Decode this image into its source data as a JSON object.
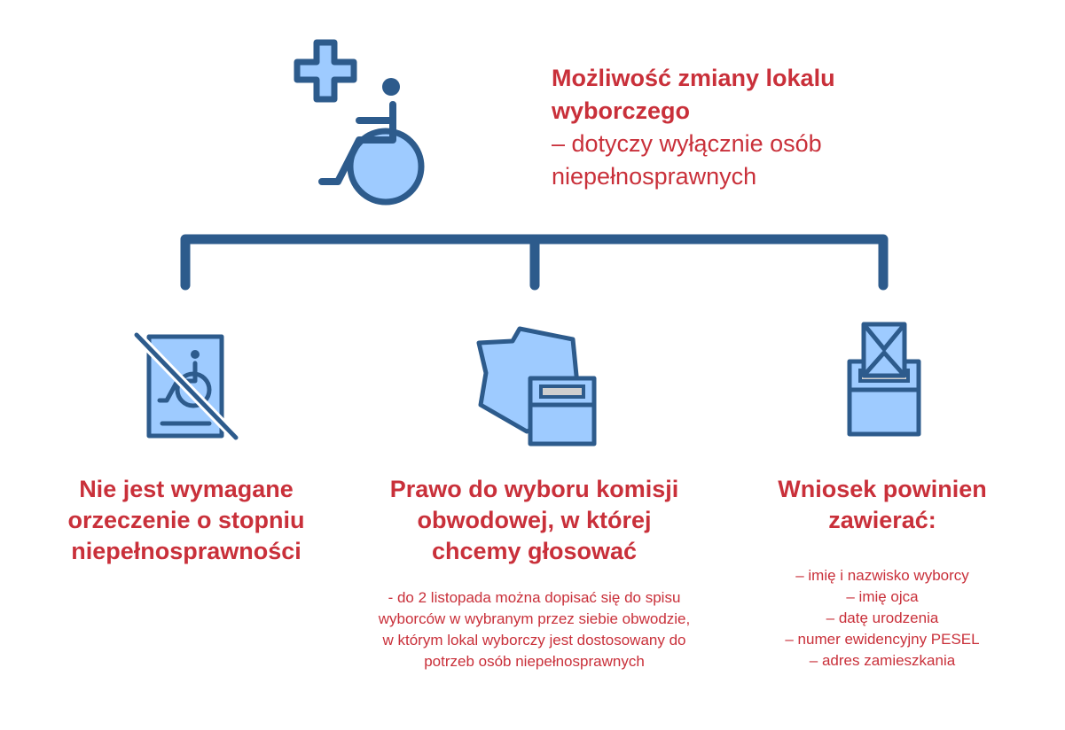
{
  "header": {
    "title": "Możliwość zmiany lokalu wyborczego",
    "subtitle": "– dotyczy wyłącznie osób niepełnosprawnych"
  },
  "columns": [
    {
      "heading": "Nie jest wymagane orzeczenie o stopniu niepełnosprawności"
    },
    {
      "heading": "Prawo do wyboru komisji obwodowej, w której chcemy głosować",
      "body": "- do 2 listopada można dopisać się do spisu wyborców w wybranym przez siebie obwodzie, w którym lokal wyborczy jest dostosowany do potrzeb osób niepełnosprawnych"
    },
    {
      "heading": "Wniosek powinien zawierać:",
      "items": [
        "– imię i nazwisko wyborcy",
        "– imię ojca",
        "– datę urodzenia",
        "– numer ewidencyjny PESEL",
        "– adres zamieszkania"
      ]
    }
  ],
  "colors": {
    "accent_red": "#c9303a",
    "dark_blue": "#2d5b8c",
    "light_blue": "#9ecbff"
  },
  "icons": {
    "header": "medical-wheelchair-icon",
    "col1": "no-disability-certificate-icon",
    "col2": "map-ballot-box-icon",
    "col3": "envelope-ballot-box-icon"
  }
}
